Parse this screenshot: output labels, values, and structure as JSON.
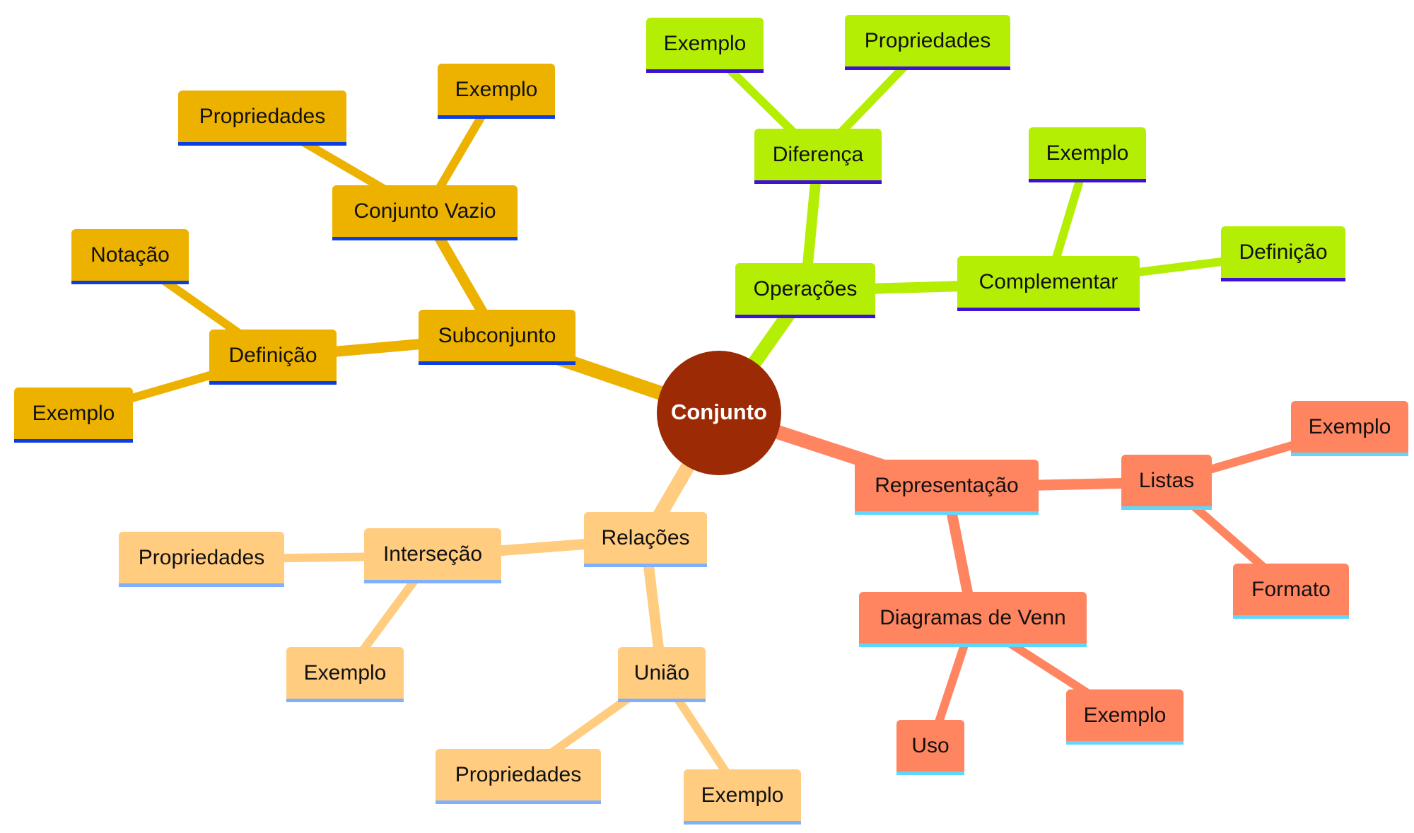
{
  "diagram": {
    "type": "mind-map",
    "root": {
      "label": "Conjunto",
      "color": "#9b2a05"
    },
    "branches": [
      {
        "key": "subconjunto",
        "color": "#edb100",
        "underline": "#0d3fe0",
        "label": "Subconjunto",
        "children": [
          {
            "key": "definicao",
            "label": "Definição",
            "children": [
              {
                "key": "notacao",
                "label": "Notação"
              },
              {
                "key": "exemplo",
                "label": "Exemplo"
              }
            ]
          },
          {
            "key": "vazio",
            "label": "Conjunto Vazio",
            "children": [
              {
                "key": "propriedades",
                "label": "Propriedades"
              },
              {
                "key": "exemplo",
                "label": "Exemplo"
              }
            ]
          }
        ]
      },
      {
        "key": "operacoes",
        "color": "#b5ee05",
        "underline": "#3f10d5",
        "label": "Operações",
        "children": [
          {
            "key": "diferenca",
            "label": "Diferença",
            "children": [
              {
                "key": "exemplo",
                "label": "Exemplo"
              },
              {
                "key": "propriedades",
                "label": "Propriedades"
              }
            ]
          },
          {
            "key": "complementar",
            "label": "Complementar",
            "children": [
              {
                "key": "exemplo",
                "label": "Exemplo"
              },
              {
                "key": "definicao",
                "label": "Definição"
              }
            ]
          }
        ]
      },
      {
        "key": "representacao",
        "color": "#ff8460",
        "underline": "#5fd6fb",
        "label": "Representação",
        "children": [
          {
            "key": "listas",
            "label": "Listas",
            "children": [
              {
                "key": "exemplo",
                "label": "Exemplo"
              },
              {
                "key": "formato",
                "label": "Formato"
              }
            ]
          },
          {
            "key": "venn",
            "label": "Diagramas de Venn",
            "children": [
              {
                "key": "uso",
                "label": "Uso"
              },
              {
                "key": "exemplo",
                "label": "Exemplo"
              }
            ]
          }
        ]
      },
      {
        "key": "relacoes",
        "color": "#ffcc80",
        "underline": "#7fb0ff",
        "label": "Relações",
        "children": [
          {
            "key": "intersecao",
            "label": "Interseção",
            "children": [
              {
                "key": "propriedades",
                "label": "Propriedades"
              },
              {
                "key": "exemplo",
                "label": "Exemplo"
              }
            ]
          },
          {
            "key": "uniao",
            "label": "União",
            "children": [
              {
                "key": "propriedades",
                "label": "Propriedades"
              },
              {
                "key": "exemplo",
                "label": "Exemplo"
              }
            ]
          }
        ]
      }
    ]
  }
}
